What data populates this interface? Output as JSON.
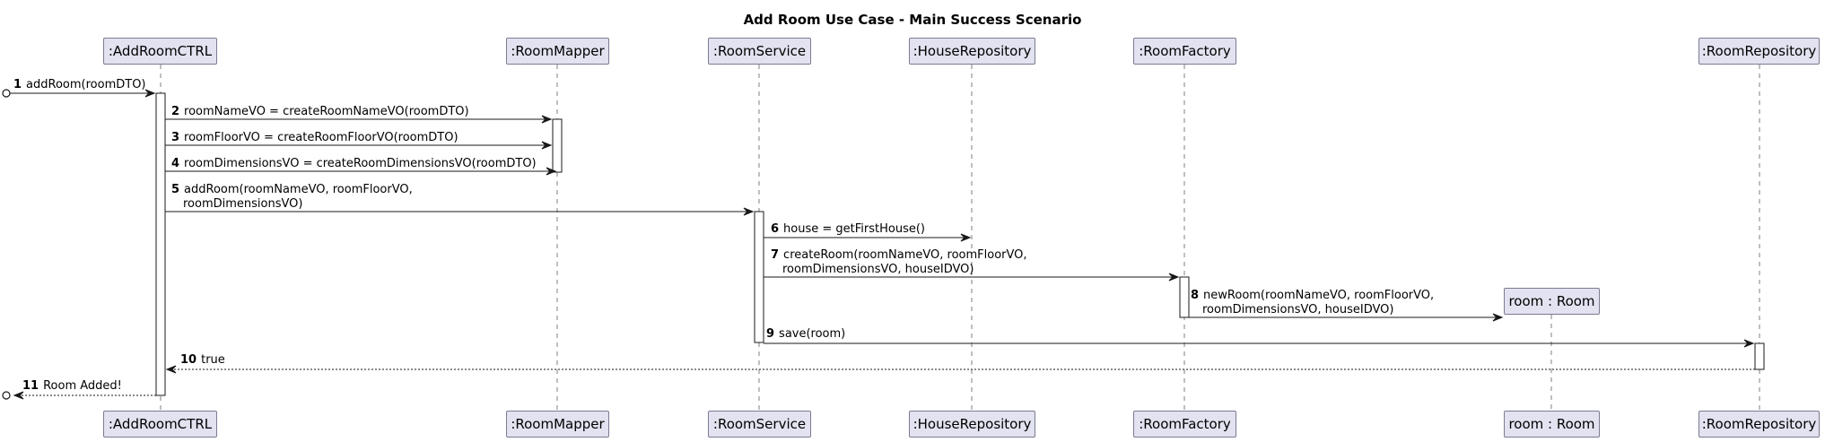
{
  "title": "Add Room Use Case - Main Success Scenario",
  "colors": {
    "participant_fill": "#e2e2f0",
    "participant_border": "#7b7b92",
    "line": "#181818",
    "lifeline": "#7f7f7f"
  },
  "participants": [
    {
      "id": "ctrl",
      "label": ":AddRoomCTRL"
    },
    {
      "id": "mapper",
      "label": ":RoomMapper"
    },
    {
      "id": "service",
      "label": ":RoomService"
    },
    {
      "id": "houserepo",
      "label": ":HouseRepository"
    },
    {
      "id": "factory",
      "label": ":RoomFactory"
    },
    {
      "id": "room",
      "label": "room : Room"
    },
    {
      "id": "roomrepo",
      "label": ":RoomRepository"
    }
  ],
  "messages": [
    {
      "num": "1",
      "from": "start",
      "to": "ctrl",
      "lines": [
        "addRoom(roomDTO)"
      ],
      "style": "solid"
    },
    {
      "num": "2",
      "from": "ctrl",
      "to": "mapper",
      "lines": [
        "roomNameVO = createRoomNameVO(roomDTO)"
      ],
      "style": "solid"
    },
    {
      "num": "3",
      "from": "ctrl",
      "to": "mapper",
      "lines": [
        "roomFloorVO = createRoomFloorVO(roomDTO)"
      ],
      "style": "solid"
    },
    {
      "num": "4",
      "from": "ctrl",
      "to": "mapper",
      "lines": [
        "roomDimensionsVO = createRoomDimensionsVO(roomDTO)"
      ],
      "style": "solid"
    },
    {
      "num": "5",
      "from": "ctrl",
      "to": "service",
      "lines": [
        "addRoom(roomNameVO, roomFloorVO,",
        "roomDimensionsVO)"
      ],
      "style": "solid"
    },
    {
      "num": "6",
      "from": "service",
      "to": "houserepo",
      "lines": [
        "house = getFirstHouse()"
      ],
      "style": "solid"
    },
    {
      "num": "7",
      "from": "service",
      "to": "factory",
      "lines": [
        "createRoom(roomNameVO, roomFloorVO,",
        "roomDimensionsVO, houseIDVO)"
      ],
      "style": "solid"
    },
    {
      "num": "8",
      "from": "factory",
      "to": "room",
      "lines": [
        "newRoom(roomNameVO, roomFloorVO,",
        "roomDimensionsVO, houseIDVO)"
      ],
      "style": "create"
    },
    {
      "num": "9",
      "from": "service",
      "to": "roomrepo",
      "lines": [
        "save(room)"
      ],
      "style": "solid"
    },
    {
      "num": "10",
      "from": "roomrepo",
      "to": "ctrl",
      "lines": [
        "true"
      ],
      "style": "dotted"
    },
    {
      "num": "11",
      "from": "ctrl",
      "to": "start",
      "lines": [
        "Room Added!"
      ],
      "style": "dotted"
    }
  ]
}
